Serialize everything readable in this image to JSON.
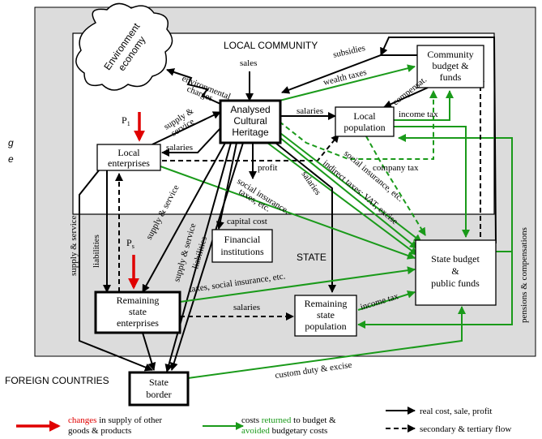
{
  "colors": {
    "state_area": "#dcdcdc",
    "green": "#1a9a1a",
    "red": "#e00000",
    "black": "#000000"
  },
  "regions": {
    "local_community": "LOCAL COMMUNITY",
    "state": "STATE",
    "foreign_countries": "FOREIGN COUNTRIES"
  },
  "side_text": [
    "g",
    "e"
  ],
  "cloud": {
    "line1": "Environment",
    "line2": "economy"
  },
  "nodes": {
    "heritage": [
      "Analysed",
      "Cultural",
      "Heritage"
    ],
    "community_budget": [
      "Community",
      "budget &",
      "funds"
    ],
    "local_population": [
      "Local",
      "population"
    ],
    "local_enterprises": [
      "Local",
      "enterprises"
    ],
    "financial": [
      "Financial",
      "institutions"
    ],
    "state_budget": [
      "State budget",
      "&",
      "public funds"
    ],
    "remaining_enterprises": [
      "Remaining",
      "state",
      "enterprises"
    ],
    "remaining_population": [
      "Remaining",
      "state",
      "population"
    ],
    "state_border": [
      "State",
      "border"
    ]
  },
  "symbols": {
    "p1": "P",
    "p1_sub": "1",
    "ps": "P",
    "ps_sub": "s"
  },
  "flow_labels": {
    "sales": "sales",
    "subsidies": "subsidies",
    "wealth_taxes": "wealth taxes",
    "environmental_charges": [
      "environmental",
      "charges"
    ],
    "supply_service_1": [
      "supply &",
      "service"
    ],
    "salaries_1": "salaries",
    "compensat": "compensat.",
    "income_tax_1": "income  tax",
    "salaries_2": "salaries",
    "company_tax": "company tax",
    "profit": "profit",
    "social_ins_1": [
      "social insurance,",
      "taxes, etc."
    ],
    "salaries_3": "salaries",
    "social_ins_2": "social insurance, etc.",
    "indirect_taxes": "indirect taxes: VAT, excise",
    "capital_cost": "capital cost",
    "supply_service_left": "supply & service",
    "liabilities_left": "liabilities",
    "supply_service_2": "supply & service",
    "supply_service_3": "supply & service",
    "liabilities_2": "liabilities",
    "taxes_social": "taxes, social insurance, etc.",
    "salaries_4": "salaries",
    "income_tax_2": "income tax",
    "pensions": "pensions & compensations",
    "custom_duty": "custom duty & excise"
  },
  "legend": {
    "red_text_red": "changes",
    "red_text_rest": " in supply of other",
    "red_text_2": "goods & products",
    "green_text_1": "costs ",
    "green_text_green": "returned",
    "green_text_2": " to budget &",
    "green_text_3_green": "avoided",
    "green_text_3": " budgetary costs",
    "solid": "real cost, sale, profit",
    "dashed": "secondary & tertiary flow"
  }
}
